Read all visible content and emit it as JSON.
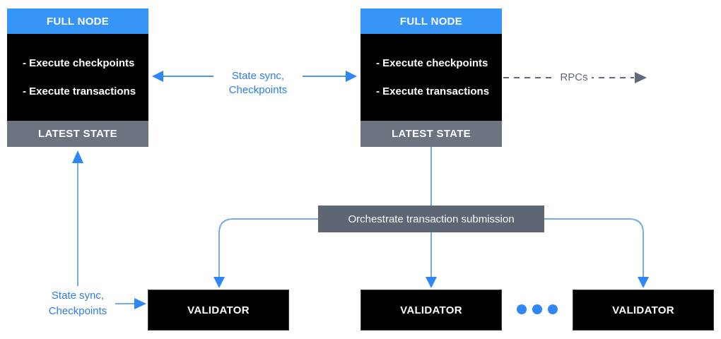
{
  "diagram": {
    "full_node_left": {
      "header": "FULL NODE",
      "body_items": [
        "- Execute checkpoints",
        "- Execute transactions"
      ],
      "footer": "LATEST STATE"
    },
    "full_node_right": {
      "header": "FULL NODE",
      "body_items": [
        "- Execute checkpoints",
        "- Execute transactions"
      ],
      "footer": "LATEST STATE"
    },
    "labels": {
      "state_sync_top_line1": "State sync,",
      "state_sync_top_line2": "Checkpoints",
      "rpcs": "RPCs",
      "orchestrate": "Orchestrate transaction submission",
      "state_sync_bottom_line1": "State sync,",
      "state_sync_bottom_line2": "Checkpoints"
    },
    "validators": [
      {
        "label": "VALIDATOR"
      },
      {
        "label": "VALIDATOR"
      },
      {
        "label": "VALIDATOR"
      }
    ],
    "colors": {
      "header_blue": "#3795f7",
      "box_black": "#000000",
      "slate_gray": "#6b7480",
      "orchestrate_gray": "#5d6673",
      "arrow_blue": "#74a9f3",
      "arrow_strong_blue": "#4f93f2",
      "arrowhead_blue": "#2f86f6",
      "label_blue": "#2e7cf0",
      "rpc_gray": "#5f6b7a"
    }
  }
}
